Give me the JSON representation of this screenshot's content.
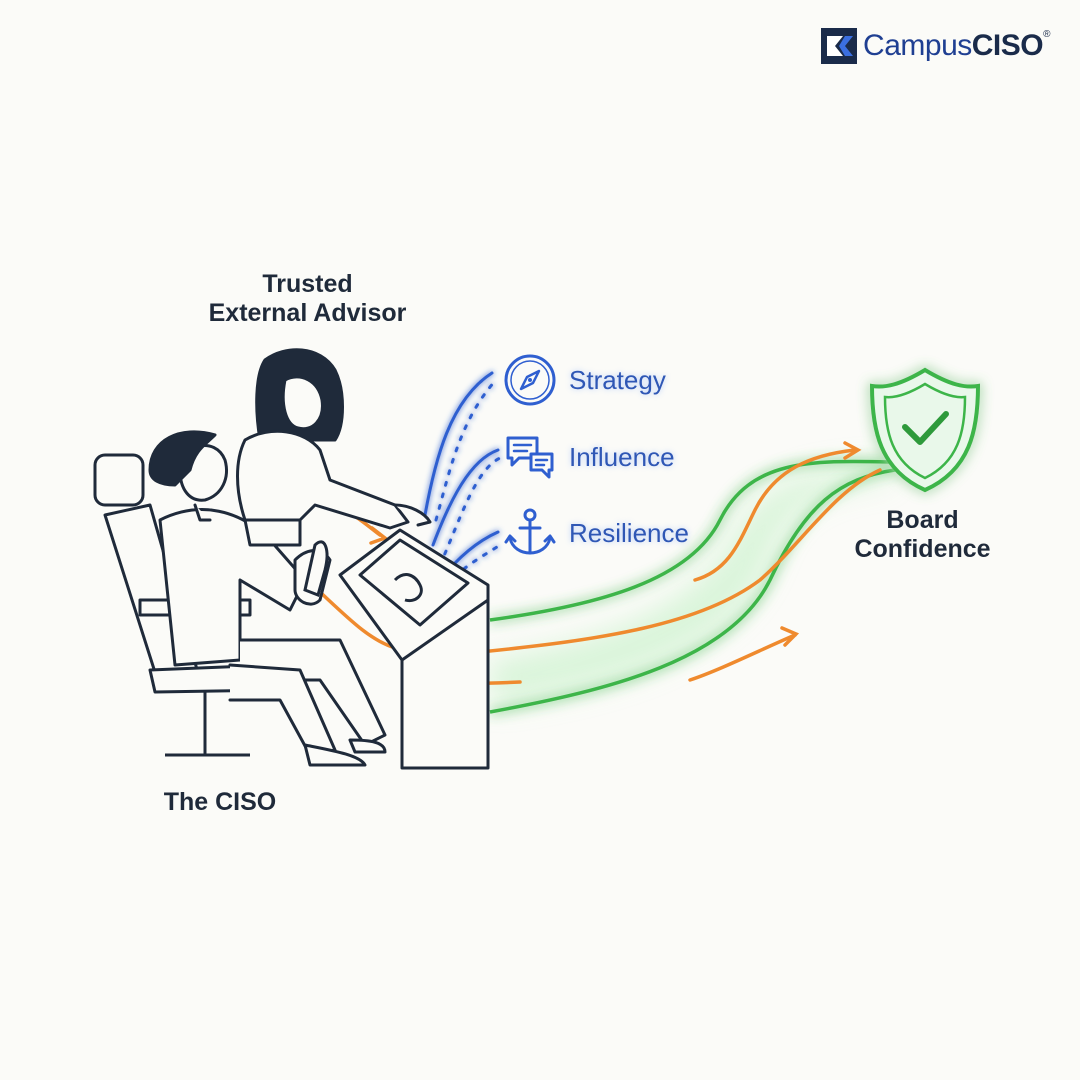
{
  "brand": {
    "name_light": "Campus",
    "name_bold": "CISO",
    "registered": "®",
    "color_primary": "#1f3f92",
    "color_dark": "#1a2b4a"
  },
  "labels": {
    "advisor": "Trusted\nExternal Advisor",
    "ciso": "The CISO",
    "board": "Board\nConfidence"
  },
  "pillars": [
    {
      "label": "Strategy",
      "icon": "compass-icon"
    },
    {
      "label": "Influence",
      "icon": "chat-bubbles-icon"
    },
    {
      "label": "Resilience",
      "icon": "anchor-icon"
    }
  ],
  "colors": {
    "line": "#1f2a3a",
    "blue": "#2f5fd0",
    "orange": "#ef8a2e",
    "green": "#3db54a",
    "shield_fill": "#e9f8ea"
  }
}
